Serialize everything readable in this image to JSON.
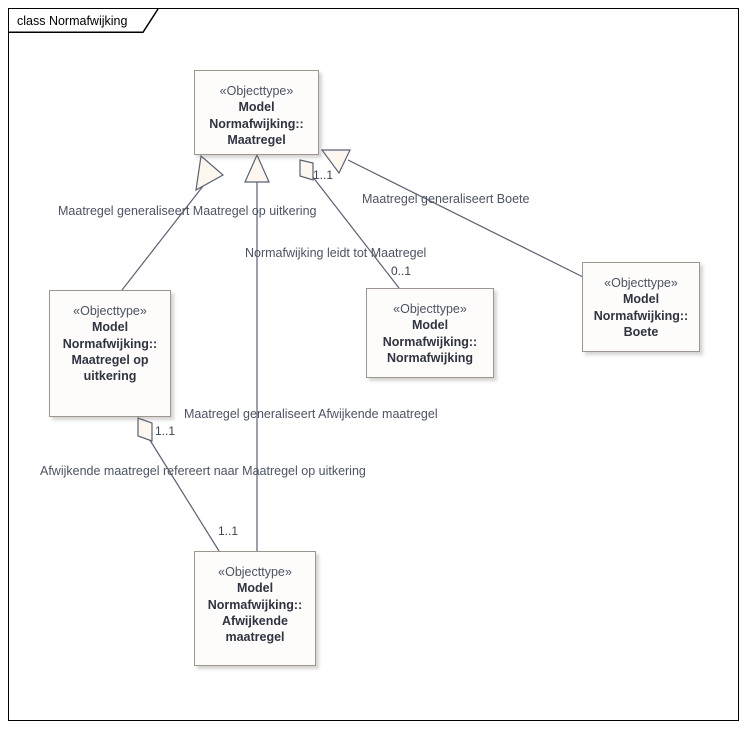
{
  "diagram": {
    "title": "class Normafwijking",
    "frame_color": "#000000",
    "line_color": "#5b6173",
    "box_border_color": "#9d968f",
    "box_fill": "#fdfcfb",
    "text_color": "#2f3440"
  },
  "classes": [
    {
      "id": "maatregel",
      "stereotype": "«Objecttype»",
      "name_line1": "Model",
      "name_line2": "Normafwijking::",
      "name_line3": "Maatregel",
      "name_line4": ""
    },
    {
      "id": "maatregel-op-uitkering",
      "stereotype": "«Objecttype»",
      "name_line1": "Model",
      "name_line2": "Normafwijking::",
      "name_line3": "Maatregel op",
      "name_line4": "uitkering"
    },
    {
      "id": "normafwijking",
      "stereotype": "«Objecttype»",
      "name_line1": "Model",
      "name_line2": "Normafwijking::",
      "name_line3": "Normafwijking",
      "name_line4": ""
    },
    {
      "id": "boete",
      "stereotype": "«Objecttype»",
      "name_line1": "Model",
      "name_line2": "Normafwijking::",
      "name_line3": "Boete",
      "name_line4": ""
    },
    {
      "id": "afwijkende-maatregel",
      "stereotype": "«Objecttype»",
      "name_line1": "Model",
      "name_line2": "Normafwijking::",
      "name_line3": "Afwijkende",
      "name_line4": "maatregel"
    }
  ],
  "relationships": [
    {
      "id": "gen-maatregel-op-uitkering",
      "label": "Maatregel generaliseert Maatregel op uitkering",
      "type": "generalization",
      "source": "maatregel-op-uitkering",
      "target": "maatregel",
      "multiplicity": ""
    },
    {
      "id": "gen-boete",
      "label": "Maatregel generaliseert Boete",
      "type": "generalization",
      "source": "boete",
      "target": "maatregel",
      "multiplicity": ""
    },
    {
      "id": "gen-afwijkende-maatregel",
      "label": "Maatregel generaliseert Afwijkende maatregel",
      "type": "generalization",
      "source": "afwijkende-maatregel",
      "target": "maatregel",
      "multiplicity": ""
    },
    {
      "id": "assoc-normafwijking-maatregel",
      "label": "Normafwijking leidt tot Maatregel",
      "type": "aggregation",
      "source": "normafwijking",
      "target": "maatregel",
      "multiplicity_target": "1..1",
      "multiplicity_source": "0..1"
    },
    {
      "id": "assoc-afwijkende-refereert",
      "label": "Afwijkende maatregel refereert naar Maatregel op uitkering",
      "type": "aggregation",
      "source": "afwijkende-maatregel",
      "target": "maatregel-op-uitkering",
      "multiplicity_target": "1..1",
      "multiplicity_source": "1..1"
    }
  ],
  "multiplicities": {
    "maatregel_aggregation": "1..1",
    "normafwijking_end": "0..1",
    "maatregel_op_uitkering_aggregation": "1..1",
    "afwijkende_maatregel_end": "1..1"
  }
}
